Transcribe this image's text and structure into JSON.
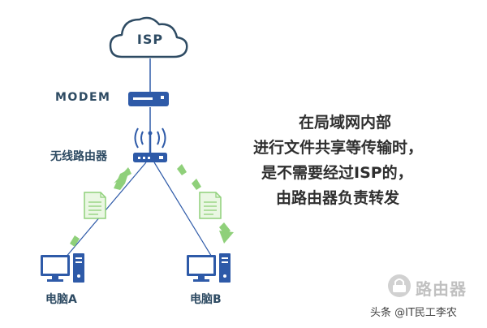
{
  "diagram": {
    "cloud_label": "ISP",
    "modem_label": "MODEM",
    "router_label": "无线路由器",
    "pc_a_label": "电脑A",
    "pc_b_label": "电脑B"
  },
  "explanation": {
    "line1": "在局域网内部",
    "line2": "进行文件共享等传输时，",
    "line3": "是不需要经过ISP的，",
    "line4": "由路由器负责转发"
  },
  "watermark": {
    "site": "路由器",
    "author": "头条 @IT民工李农"
  },
  "colors": {
    "primary": "#2e5aa8",
    "dark_text": "#2e4b63",
    "accent_green": "#8fd07a"
  }
}
